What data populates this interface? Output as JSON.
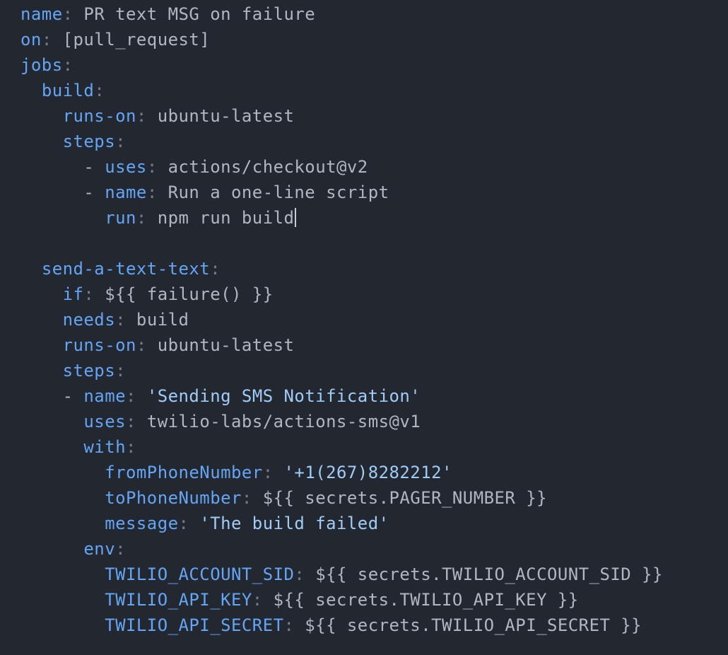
{
  "theme": {
    "background": "#23272f",
    "key_color": "#64a5f5",
    "string_color": "#9fccf9",
    "plain_color": "#aeb7c2",
    "punct_color": "#747d88",
    "cursor_color": "#c6ccd4"
  },
  "editor": {
    "lines": [
      {
        "segments": [
          {
            "type": "key",
            "text": "name"
          },
          {
            "type": "punct",
            "text": ":"
          },
          {
            "type": "plain",
            "text": " PR text MSG on failure"
          }
        ]
      },
      {
        "segments": [
          {
            "type": "key",
            "text": "on"
          },
          {
            "type": "punct",
            "text": ":"
          },
          {
            "type": "plain",
            "text": " [pull_request]"
          }
        ]
      },
      {
        "segments": [
          {
            "type": "key",
            "text": "jobs"
          },
          {
            "type": "punct",
            "text": ":"
          }
        ]
      },
      {
        "segments": [
          {
            "type": "plain",
            "text": "  "
          },
          {
            "type": "key",
            "text": "build"
          },
          {
            "type": "punct",
            "text": ":"
          }
        ]
      },
      {
        "segments": [
          {
            "type": "plain",
            "text": "    "
          },
          {
            "type": "key",
            "text": "runs-on"
          },
          {
            "type": "punct",
            "text": ":"
          },
          {
            "type": "plain",
            "text": " ubuntu-latest"
          }
        ]
      },
      {
        "segments": [
          {
            "type": "plain",
            "text": "    "
          },
          {
            "type": "key",
            "text": "steps"
          },
          {
            "type": "punct",
            "text": ":"
          }
        ]
      },
      {
        "segments": [
          {
            "type": "plain",
            "text": "      - "
          },
          {
            "type": "key",
            "text": "uses"
          },
          {
            "type": "punct",
            "text": ":"
          },
          {
            "type": "plain",
            "text": " actions/checkout@v2"
          }
        ]
      },
      {
        "segments": [
          {
            "type": "plain",
            "text": "      - "
          },
          {
            "type": "key",
            "text": "name"
          },
          {
            "type": "punct",
            "text": ":"
          },
          {
            "type": "plain",
            "text": " Run a one-line script"
          }
        ]
      },
      {
        "segments": [
          {
            "type": "plain",
            "text": "        "
          },
          {
            "type": "key",
            "text": "run"
          },
          {
            "type": "punct",
            "text": ":"
          },
          {
            "type": "plain",
            "text": " npm run build"
          }
        ],
        "cursor": true
      },
      {
        "segments": []
      },
      {
        "segments": [
          {
            "type": "plain",
            "text": "  "
          },
          {
            "type": "key",
            "text": "send-a-text-text"
          },
          {
            "type": "punct",
            "text": ":"
          }
        ]
      },
      {
        "segments": [
          {
            "type": "plain",
            "text": "    "
          },
          {
            "type": "key",
            "text": "if"
          },
          {
            "type": "punct",
            "text": ":"
          },
          {
            "type": "plain",
            "text": " ${{ failure() }}"
          }
        ]
      },
      {
        "segments": [
          {
            "type": "plain",
            "text": "    "
          },
          {
            "type": "key",
            "text": "needs"
          },
          {
            "type": "punct",
            "text": ":"
          },
          {
            "type": "plain",
            "text": " build"
          }
        ]
      },
      {
        "segments": [
          {
            "type": "plain",
            "text": "    "
          },
          {
            "type": "key",
            "text": "runs-on"
          },
          {
            "type": "punct",
            "text": ":"
          },
          {
            "type": "plain",
            "text": " ubuntu-latest"
          }
        ]
      },
      {
        "segments": [
          {
            "type": "plain",
            "text": "    "
          },
          {
            "type": "key",
            "text": "steps"
          },
          {
            "type": "punct",
            "text": ":"
          }
        ]
      },
      {
        "segments": [
          {
            "type": "plain",
            "text": "    - "
          },
          {
            "type": "key",
            "text": "name"
          },
          {
            "type": "punct",
            "text": ":"
          },
          {
            "type": "plain",
            "text": " "
          },
          {
            "type": "string",
            "text": "'Sending SMS Notification'"
          }
        ]
      },
      {
        "segments": [
          {
            "type": "plain",
            "text": "      "
          },
          {
            "type": "key",
            "text": "uses"
          },
          {
            "type": "punct",
            "text": ":"
          },
          {
            "type": "plain",
            "text": " twilio-labs/actions-sms@v1"
          }
        ]
      },
      {
        "segments": [
          {
            "type": "plain",
            "text": "      "
          },
          {
            "type": "key",
            "text": "with"
          },
          {
            "type": "punct",
            "text": ":"
          }
        ]
      },
      {
        "segments": [
          {
            "type": "plain",
            "text": "        "
          },
          {
            "type": "key",
            "text": "fromPhoneNumber"
          },
          {
            "type": "punct",
            "text": ":"
          },
          {
            "type": "plain",
            "text": " "
          },
          {
            "type": "string",
            "text": "'+1(267)8282212'"
          }
        ]
      },
      {
        "segments": [
          {
            "type": "plain",
            "text": "        "
          },
          {
            "type": "key",
            "text": "toPhoneNumber"
          },
          {
            "type": "punct",
            "text": ":"
          },
          {
            "type": "plain",
            "text": " ${{ secrets.PAGER_NUMBER }}"
          }
        ]
      },
      {
        "segments": [
          {
            "type": "plain",
            "text": "        "
          },
          {
            "type": "key",
            "text": "message"
          },
          {
            "type": "punct",
            "text": ":"
          },
          {
            "type": "plain",
            "text": " "
          },
          {
            "type": "string",
            "text": "'The build failed'"
          }
        ]
      },
      {
        "segments": [
          {
            "type": "plain",
            "text": "      "
          },
          {
            "type": "key",
            "text": "env"
          },
          {
            "type": "punct",
            "text": ":"
          }
        ]
      },
      {
        "segments": [
          {
            "type": "plain",
            "text": "        "
          },
          {
            "type": "key",
            "text": "TWILIO_ACCOUNT_SID"
          },
          {
            "type": "punct",
            "text": ":"
          },
          {
            "type": "plain",
            "text": " ${{ secrets.TWILIO_ACCOUNT_SID }}"
          }
        ]
      },
      {
        "segments": [
          {
            "type": "plain",
            "text": "        "
          },
          {
            "type": "key",
            "text": "TWILIO_API_KEY"
          },
          {
            "type": "punct",
            "text": ":"
          },
          {
            "type": "plain",
            "text": " ${{ secrets.TWILIO_API_KEY }}"
          }
        ]
      },
      {
        "segments": [
          {
            "type": "plain",
            "text": "        "
          },
          {
            "type": "key",
            "text": "TWILIO_API_SECRET"
          },
          {
            "type": "punct",
            "text": ":"
          },
          {
            "type": "plain",
            "text": " ${{ secrets.TWILIO_API_SECRET }}"
          }
        ]
      }
    ]
  }
}
